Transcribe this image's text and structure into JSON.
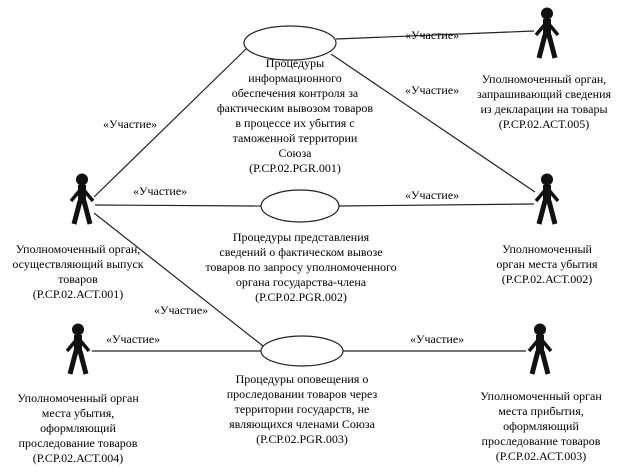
{
  "diagram": {
    "participation_label": "«Участие»",
    "actors": {
      "act001": {
        "label": "Уполномоченный орган,\nосуществляющий выпуск\nтоваров\n(Р.СР.02.АСТ.001)"
      },
      "act004": {
        "label": "Уполномоченный орган\nместа убытия,\nоформляющий\nпроследование товаров\n(Р.СР.02.АСТ.004)"
      },
      "act005": {
        "label": "Уполномоченный орган,\nзапрашивающий сведения\nиз декларации на товары\n(Р.СР.02.АСТ.005)"
      },
      "act002": {
        "label": "Уполномоченный\nорган места убытия\n(Р.СР.02.АСТ.002)"
      },
      "act003": {
        "label": "Уполномоченный орган\nместа прибытия,\nоформляющий\nпроследование товаров\n(Р.СР.02.АСТ.003)"
      }
    },
    "usecases": {
      "pgr001": {
        "label": "Процедуры\nинформационного\nобеспечения контроля за\nфактическим вывозом товаров\nв процессе их убытия с\nтаможенной территории\nСоюза\n(Р.СР.02.PGR.001)"
      },
      "pgr002": {
        "label": "Процедуры представления\nсведений о фактическом вывозе\nтоваров по запросу уполномоченного\nоргана государства-члена\n(Р.СР.02.PGR.002)"
      },
      "pgr003": {
        "label": "Процедуры оповещения о\nпроследовании товаров через\nтерритории государств, не\nявляющихся членами Союза\n(Р.СР.02.PGR.003)"
      }
    }
  }
}
